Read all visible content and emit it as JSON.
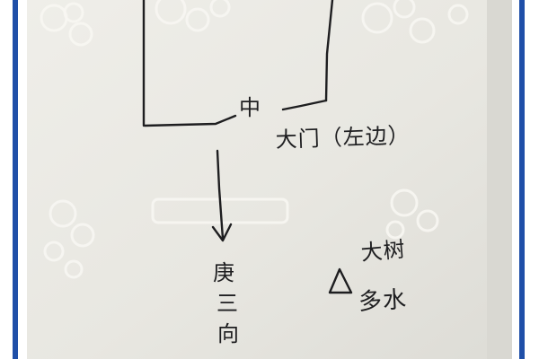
{
  "photo": {
    "colors": {
      "frame_bar": "#1f4fa8",
      "paper": "#ecebe6",
      "paper_shade": "#d9d8d2",
      "ink": "#1e1e20",
      "emboss": "#f7f6f2"
    },
    "center_mark": "中",
    "gate_label": "大门（左边）",
    "west_text_lines": [
      "庚",
      "三",
      "向"
    ],
    "triangle_symbol": "△",
    "tree_label": "大树",
    "water_label": "多水"
  }
}
